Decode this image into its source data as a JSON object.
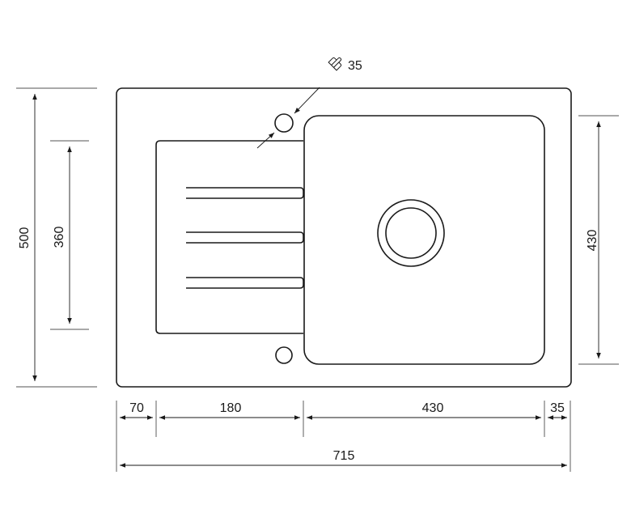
{
  "dimensions": {
    "overall_height": "500",
    "drainer_height": "360",
    "bowl_height": "430",
    "left_margin": "70",
    "drainer_width": "180",
    "bowl_width": "430",
    "right_margin": "35",
    "overall_width": "715",
    "tap_hole_diameter": "35"
  },
  "icons": {
    "tap_hole_symbol": "hand-pointer-icon"
  },
  "colors": {
    "line": "#1a1a1a",
    "background": "#ffffff"
  }
}
